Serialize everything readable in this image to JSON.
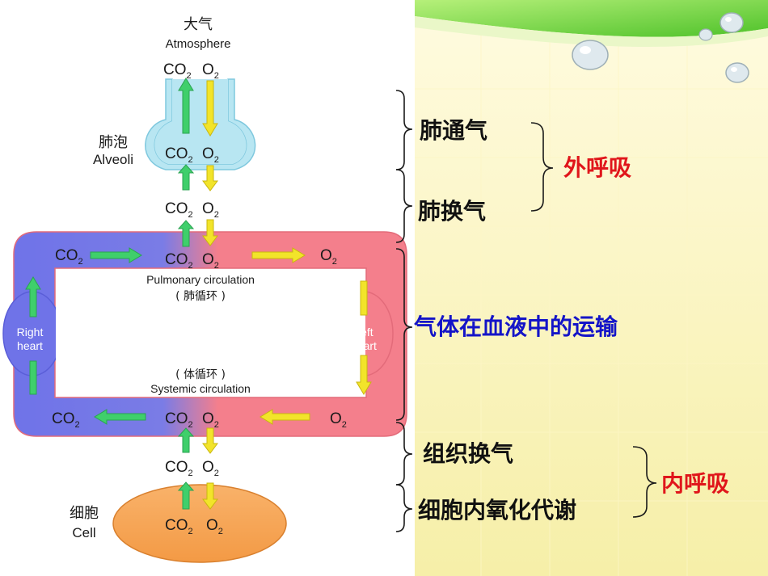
{
  "atmosphere": {
    "cn": "大气",
    "en": "Atmosphere"
  },
  "alveoli": {
    "cn": "肺泡",
    "en": "Alveoli"
  },
  "cell": {
    "cn": "细胞",
    "en": "Cell"
  },
  "right_heart": {
    "line1": "Right",
    "line2": "heart"
  },
  "left_heart": {
    "line1": "Left",
    "line2": "heart"
  },
  "pulmonary": {
    "en": "Pulmonary circulation",
    "cn": "( 肺循环 )"
  },
  "systemic": {
    "cn": "( 体循环 )",
    "en": "Systemic circulation"
  },
  "gas": {
    "co2": "CO",
    "sub": "2",
    "o2": "O",
    "o_sub": "2"
  },
  "stages": {
    "lung_ventilation": "肺通气",
    "lung_exchange": "肺换气",
    "blood_transport": "气体在血液中的运输",
    "tissue_exchange": "组织换气",
    "cell_metabolism": "细胞内氧化代谢"
  },
  "groups": {
    "external": "外呼吸",
    "internal": "内呼吸"
  },
  "colors": {
    "red_text": "#e0161b",
    "blue_text": "#1414c8",
    "blue_loop": "#6f73e8",
    "pink_loop": "#f47f8c",
    "alveoli_fill": "#b8e6f2",
    "cell_fill": "#f7a85a",
    "green_arrow": "#3fcf6b",
    "yellow_arrow": "#f2e42a"
  }
}
